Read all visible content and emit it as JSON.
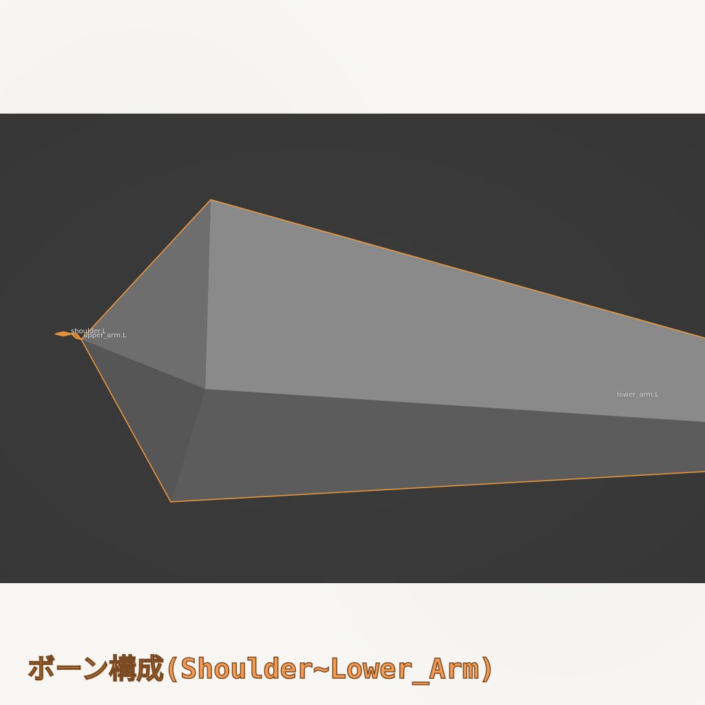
{
  "viewport": {
    "background": "#393939",
    "bone_outline_color": "#f59a3c",
    "bones": [
      {
        "name": "shoulder.L"
      },
      {
        "name": "upper_arm.L"
      },
      {
        "name": "lower_arm.L"
      }
    ]
  },
  "caption": {
    "text": "ボーン構成(Shoulder~Lower_Arm)",
    "color": "#f59a52"
  }
}
